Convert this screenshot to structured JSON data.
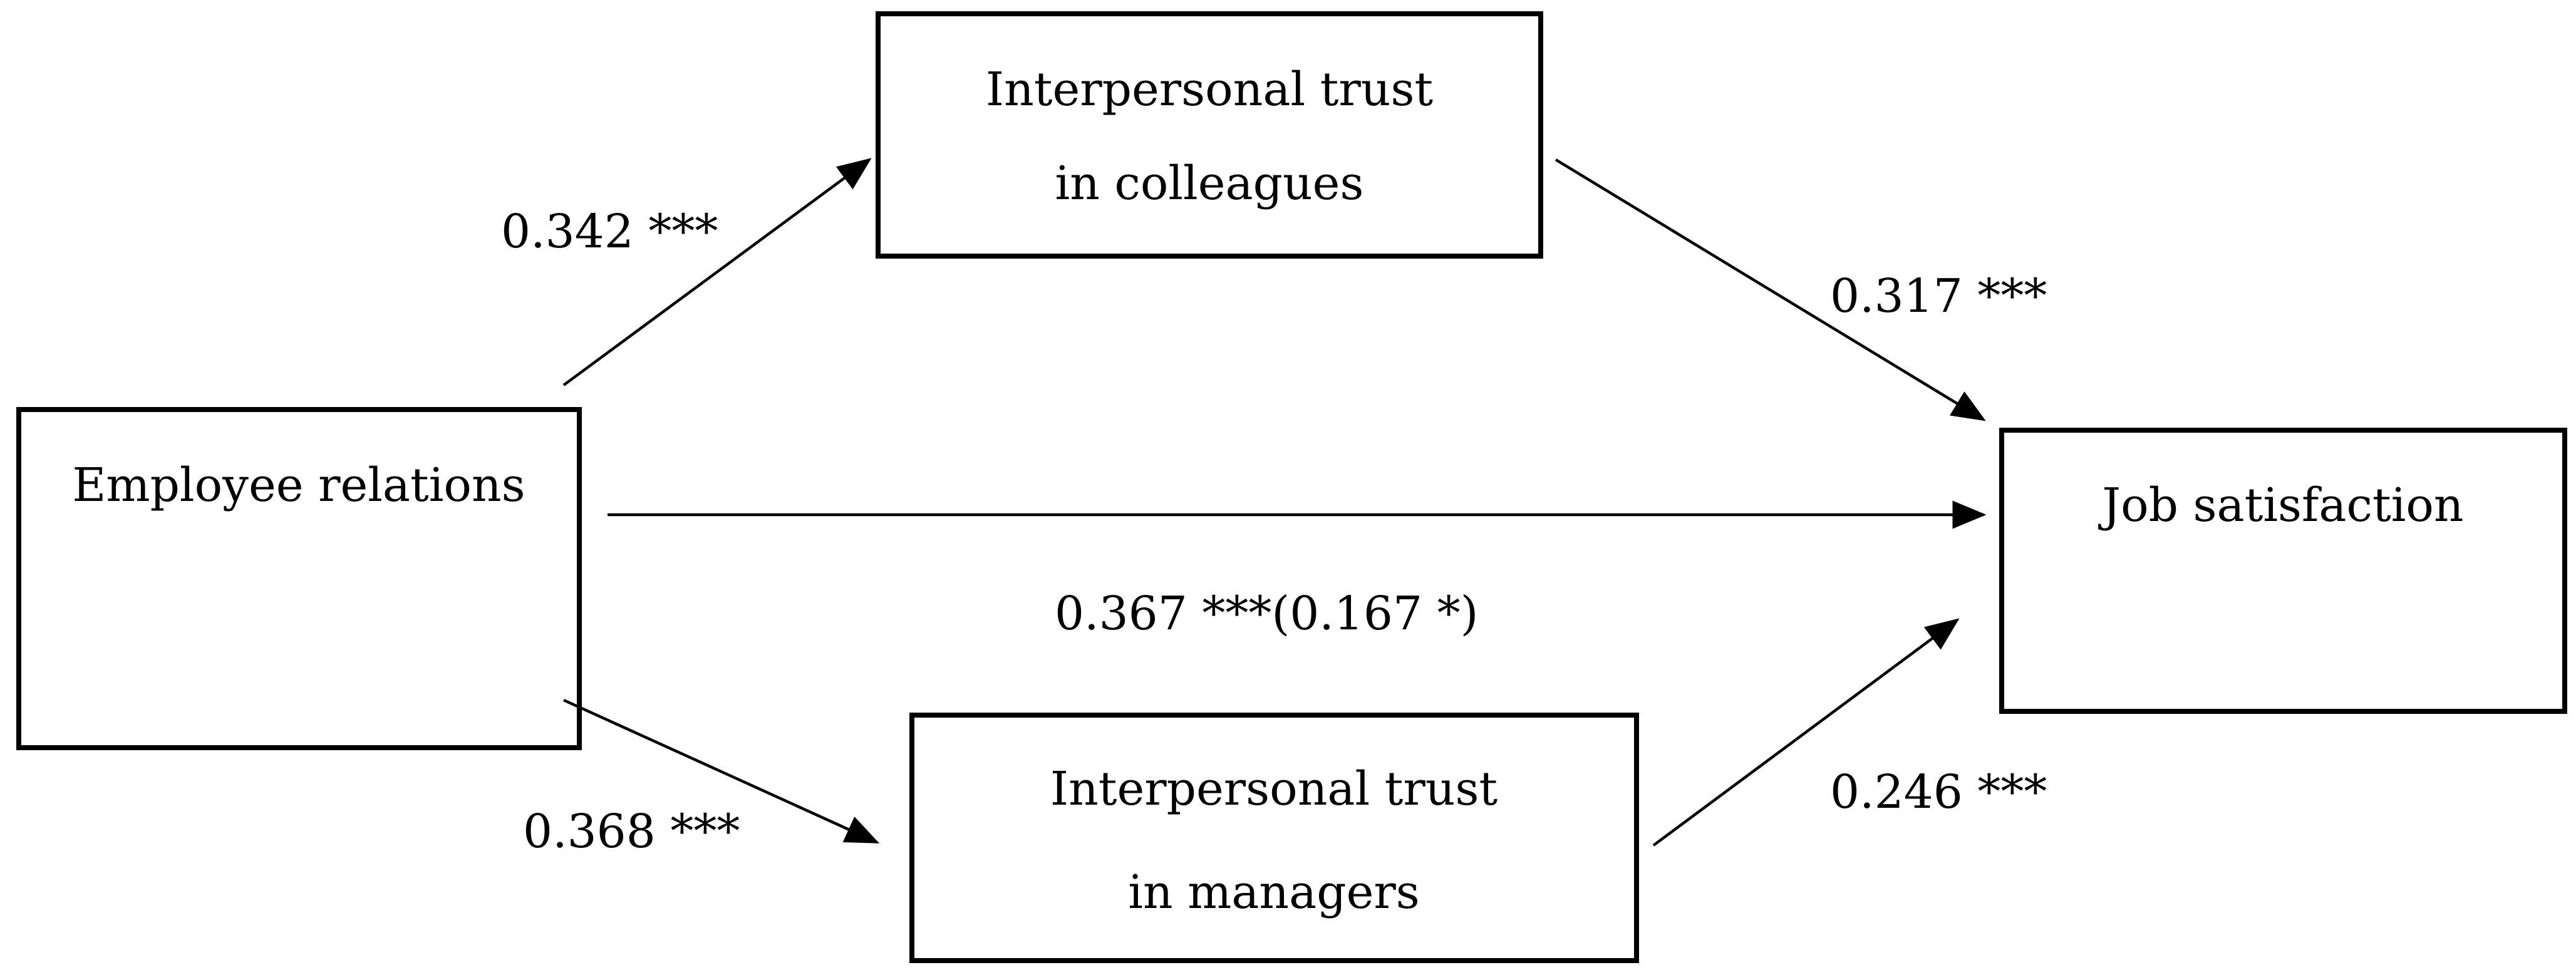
{
  "nodes": {
    "trust_colleagues": {
      "line1": "Interpersonal trust",
      "line2": "in colleagues"
    },
    "employee_relations": {
      "line1": "Employee relations"
    },
    "job_satisfaction": {
      "line1": "Job satisfaction"
    },
    "trust_managers": {
      "line1": "Interpersonal trust",
      "line2": "in managers"
    }
  },
  "edges": {
    "er_to_tc": {
      "label": "0.342 ***"
    },
    "tc_to_js": {
      "label": "0.317 ***"
    },
    "er_to_js": {
      "label": "0.367 ***(0.167 *)"
    },
    "er_to_tm": {
      "label": "0.368 ***"
    },
    "tm_to_js": {
      "label": "0.246 ***"
    }
  }
}
